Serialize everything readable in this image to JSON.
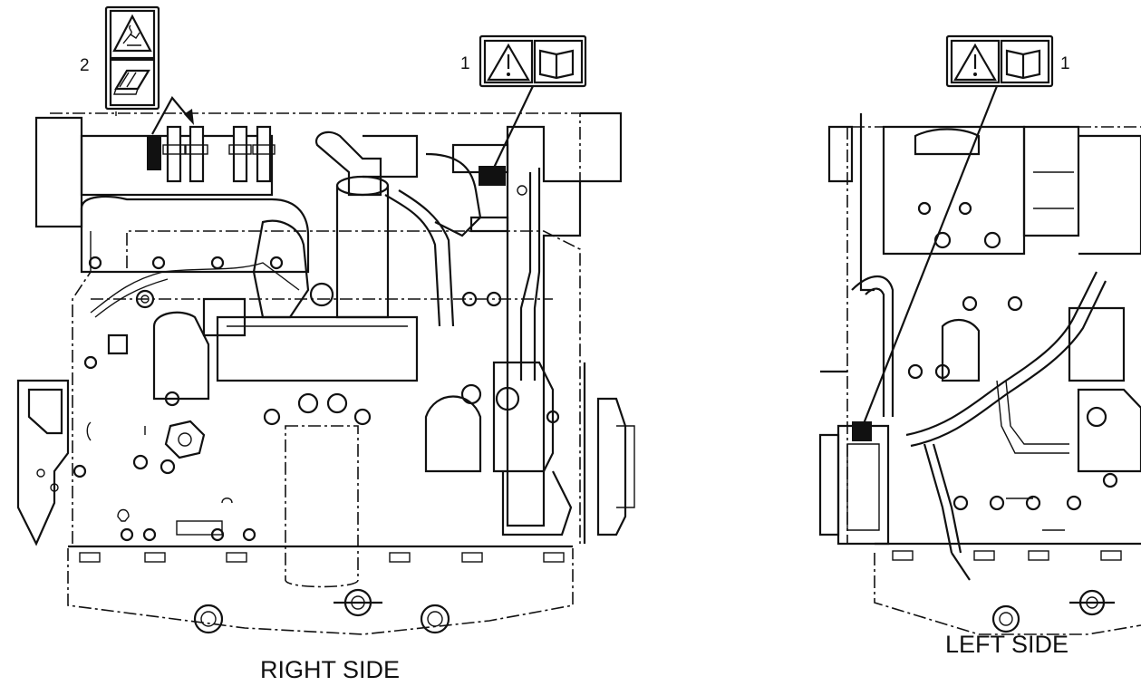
{
  "callouts": {
    "decal_1_right": "1",
    "decal_2_right": "2",
    "decal_1_left": "1"
  },
  "captions": {
    "right_side": "RIGHT SIDE",
    "left_side": "LEFT SIDE"
  },
  "icons": {
    "warning": "warning-triangle-icon",
    "manual": "open-book-icon",
    "hot_surface": "hot-surface-hand-icon",
    "manual_2": "book-icon"
  },
  "colors": {
    "line": "#111111",
    "background": "#ffffff"
  }
}
